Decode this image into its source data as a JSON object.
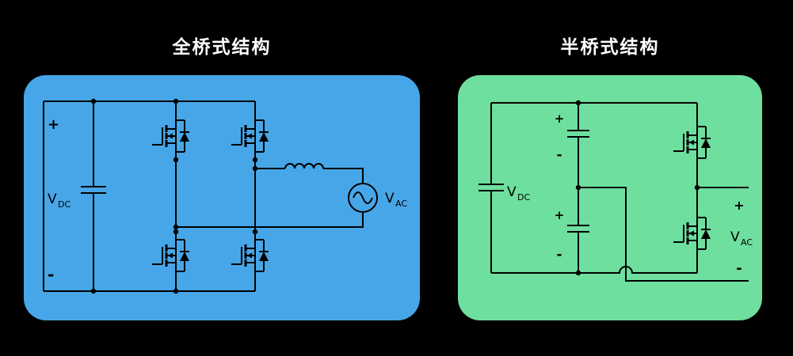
{
  "page": {
    "background": "#000000"
  },
  "full_bridge": {
    "title": "全桥式结构",
    "panel_color": "#47A6E8",
    "line_color": "#000000",
    "labels": {
      "dc_plus": "+",
      "dc_minus": "-",
      "vdc_main": "V",
      "vdc_sub": "DC",
      "vac_main": "V",
      "vac_sub": "AC"
    }
  },
  "half_bridge": {
    "title": "半桥式结构",
    "panel_color": "#6EDF9F",
    "line_color": "#000000",
    "labels": {
      "vdc_main": "V",
      "vdc_sub": "DC",
      "cap_top_plus": "+",
      "cap_top_minus": "-",
      "cap_bottom_plus": "+",
      "cap_bottom_minus": "-",
      "out_plus": "+",
      "vac_main": "V",
      "vac_sub": "AC",
      "out_minus": "-"
    }
  }
}
